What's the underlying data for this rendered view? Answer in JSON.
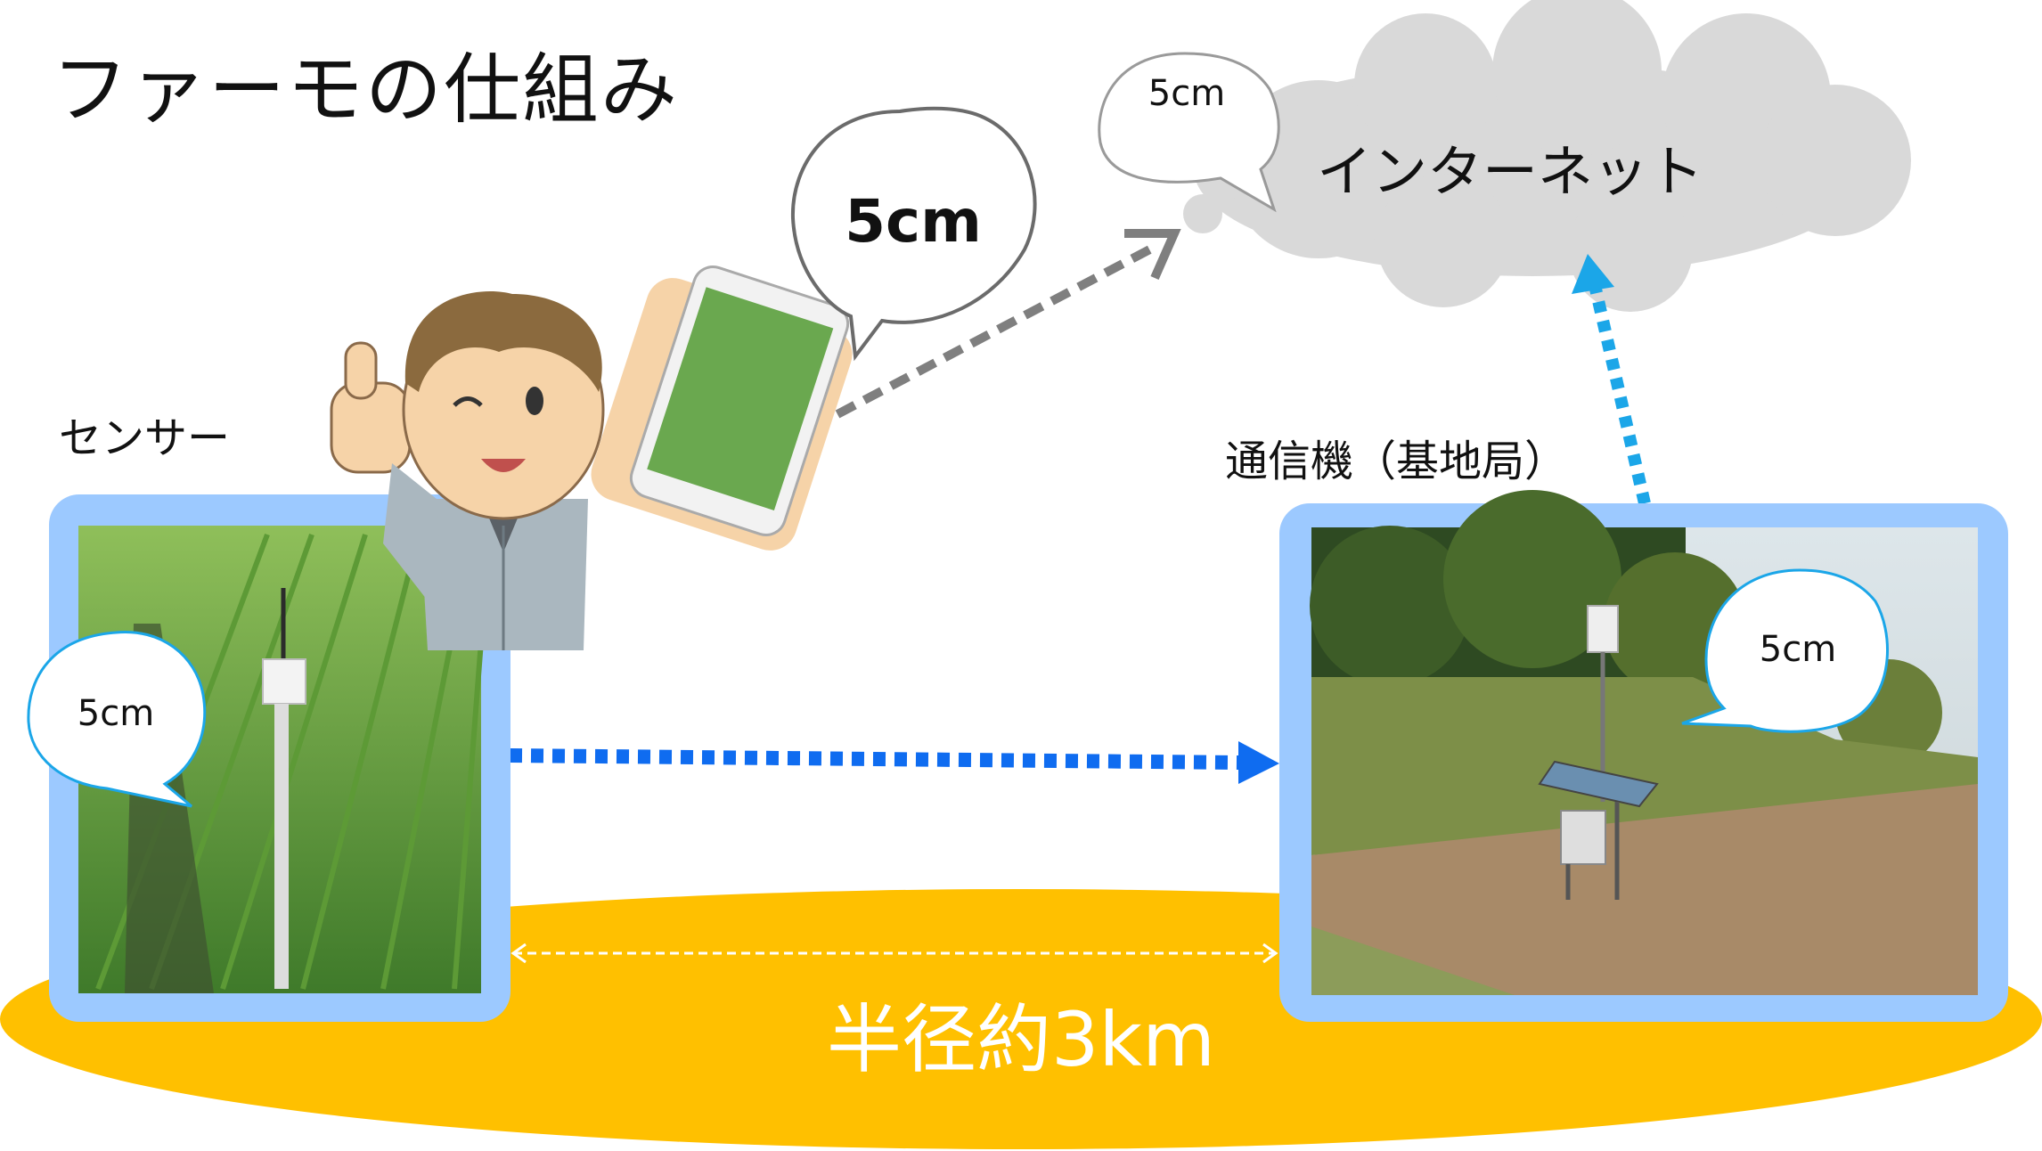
{
  "title": "ファーモの仕組み",
  "labels": {
    "sensor": "センサー",
    "base_station": "通信機（基地局）",
    "internet": "インターネット",
    "radius": "半径約3km"
  },
  "bubbles": {
    "phone": "5cm",
    "cloud": "5cm",
    "sensor": "5cm",
    "station": "5cm"
  },
  "colors": {
    "ground": "#FFC000",
    "frame": "#9CC9FF",
    "cloud": "#D9D9D9",
    "arrow_blue": "#0F6CF0",
    "arrow_cyan": "#1BA6E8",
    "arrow_gray": "#7F7F7F"
  }
}
